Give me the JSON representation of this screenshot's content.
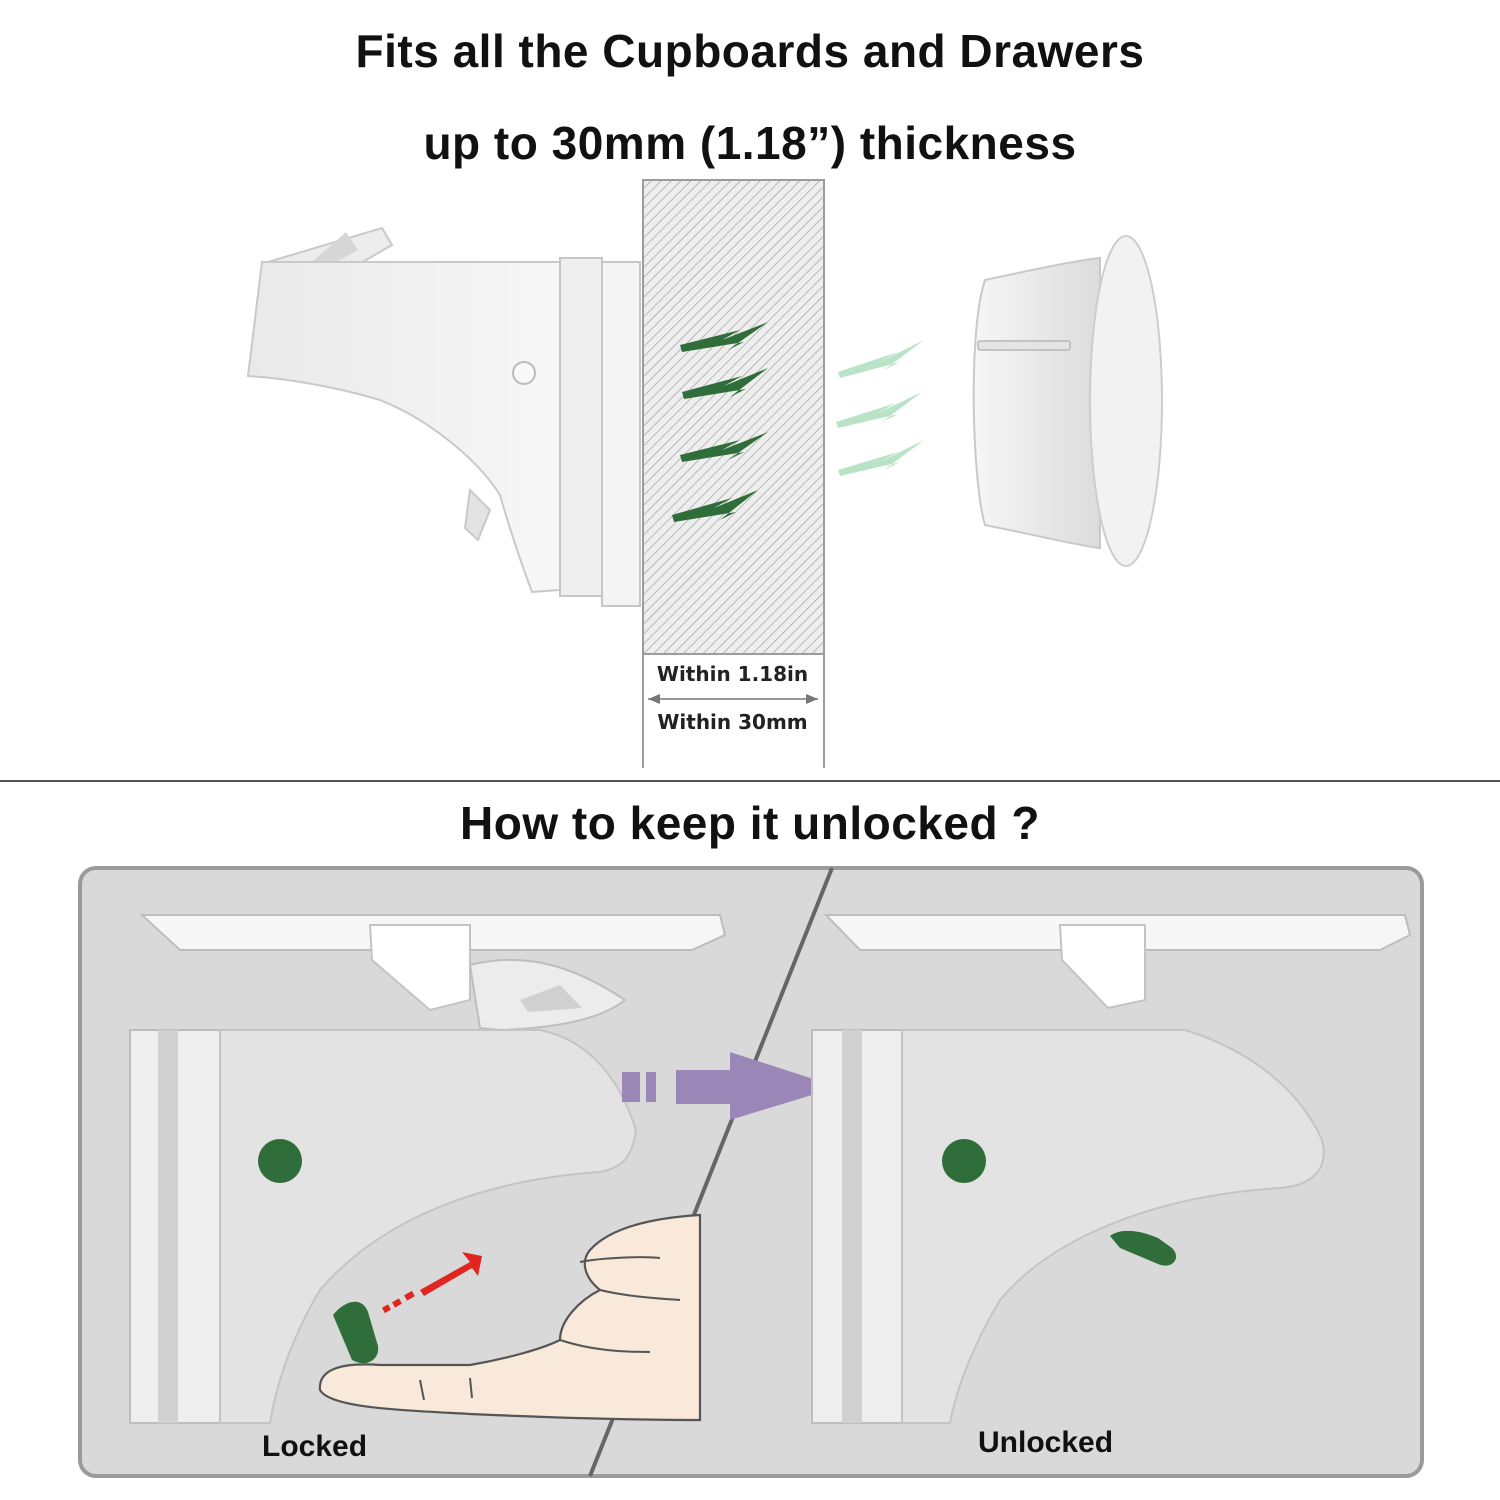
{
  "title": {
    "line1": "Fits all the Cupboards and Drawers",
    "line2": "up to 30mm (1.18”) thickness"
  },
  "measurement": {
    "imperial": "Within 1.18in",
    "metric": "Within  30mm"
  },
  "section_heading": "How to keep it unlocked ?",
  "states": {
    "left": "Locked",
    "right": "Unlocked"
  },
  "colors": {
    "accent_green": "#2f6e3a",
    "magnet_green": "#3d8a57",
    "arrow_purple": "#9b86b8",
    "arrow_red": "#e0261f",
    "panel_grey": "#d7d7d7",
    "lock_white": "#f2f2f2"
  }
}
